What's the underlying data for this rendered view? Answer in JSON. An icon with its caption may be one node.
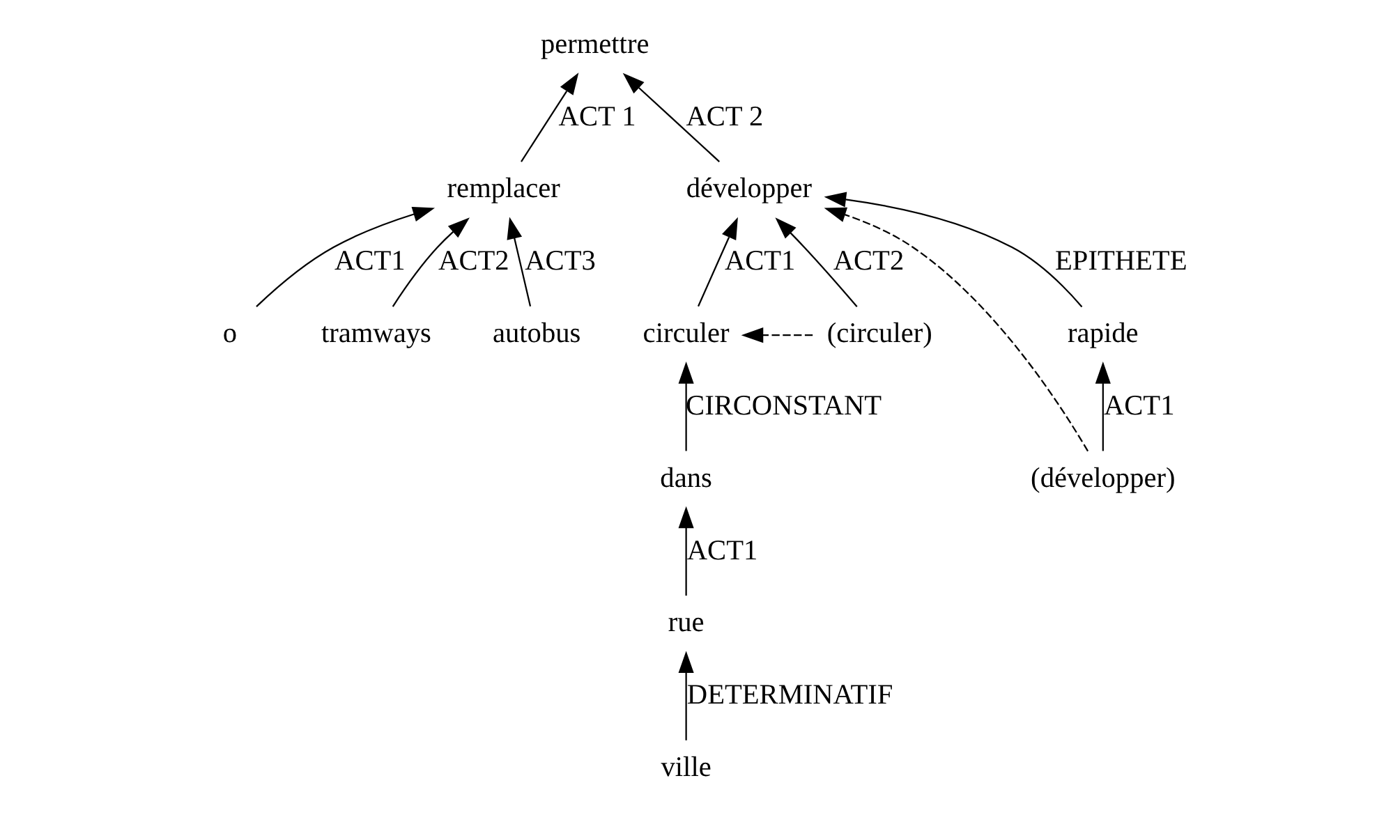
{
  "diagram": {
    "nodes": [
      {
        "text": [
          "permettre"
        ]
      },
      {
        "text": [
          "remplacer"
        ]
      },
      {
        "text": [
          "développer"
        ]
      },
      {
        "text": [
          "o"
        ]
      },
      {
        "text": [
          "tramways"
        ]
      },
      {
        "text": [
          "autobus"
        ]
      },
      {
        "text": [
          "circuler"
        ]
      },
      {
        "text": [
          "(circuler)"
        ]
      },
      {
        "text": [
          "rapide"
        ]
      },
      {
        "text": [
          "dans"
        ]
      },
      {
        "text": [
          "rue"
        ]
      },
      {
        "text": [
          "ville"
        ]
      },
      {
        "text": [
          "(développer)"
        ]
      }
    ],
    "edges": [
      {
        "from": 1,
        "to": 0,
        "arrow": "to",
        "label": "ACT 1"
      },
      {
        "from": 2,
        "to": 0,
        "arrow": "to",
        "label": "ACT 2"
      },
      {
        "from": 3,
        "to": 1,
        "arrow": "to",
        "label": "ACT1"
      },
      {
        "from": 4,
        "to": 1,
        "arrow": "to",
        "label": "ACT2"
      },
      {
        "from": 5,
        "to": 1,
        "arrow": "to",
        "label": "ACT3"
      },
      {
        "from": 6,
        "to": 2,
        "arrow": "to",
        "label": "ACT1"
      },
      {
        "from": 7,
        "to": 2,
        "arrow": "to",
        "label": "ACT2"
      },
      {
        "from": 7,
        "to": 6,
        "arrow": "to",
        "style": "dashed"
      },
      {
        "from": 8,
        "to": 2,
        "arrow": "to",
        "label": "EPITHETE"
      },
      {
        "from": 12,
        "to": 2,
        "arrow": "to",
        "style": "dashed"
      },
      {
        "from": 9,
        "to": 6,
        "arrow": "to",
        "label": "CIRCONSTANT"
      },
      {
        "from": 10,
        "to": 9,
        "arrow": "to",
        "label": "ACT1"
      },
      {
        "from": 11,
        "to": 10,
        "arrow": "to",
        "label": "DETERMINATIF"
      },
      {
        "from": 12,
        "to": 8,
        "arrow": "to",
        "label": "ACT1"
      }
    ]
  }
}
